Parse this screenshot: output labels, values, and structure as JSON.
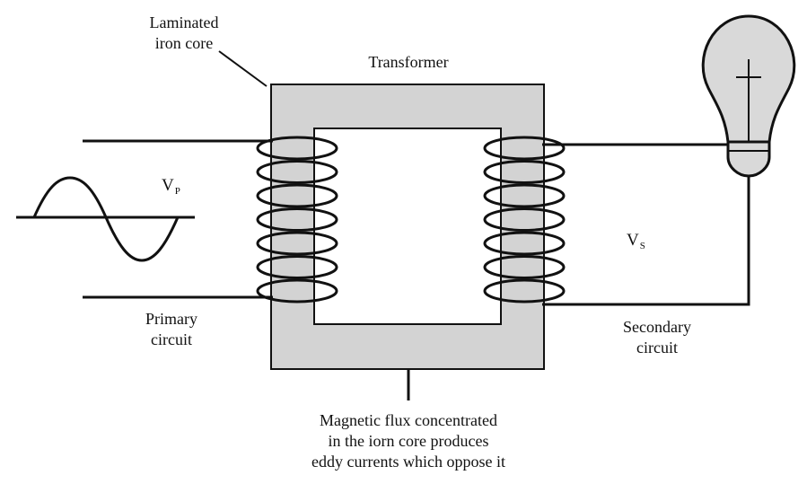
{
  "labels": {
    "core": [
      "Laminated",
      "iron core"
    ],
    "transformer": "Transformer",
    "primary": [
      "Primary",
      "circuit"
    ],
    "secondary": [
      "Secondary",
      "circuit"
    ],
    "flux": [
      "Magnetic flux concentrated",
      "in the iorn core produces",
      "eddy currents which oppose it"
    ]
  },
  "symbols": {
    "vp_main": "V",
    "vp_sub": "P",
    "vs_main": "V",
    "vs_sub": "S"
  },
  "colors": {
    "core_fill": "#d3d3d3",
    "line": "#111111",
    "bulb_fill": "#d9d9d9",
    "background": "#ffffff"
  },
  "icons": [
    "ac-source-icon",
    "lamp-icon",
    "primary-coil-icon",
    "secondary-coil-icon"
  ]
}
